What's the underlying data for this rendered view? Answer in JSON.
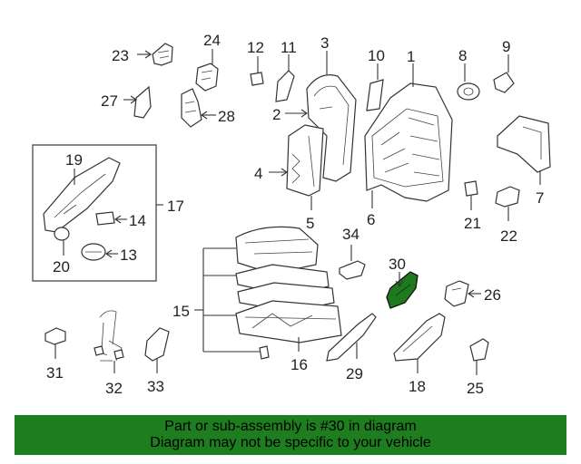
{
  "callouts": [
    {
      "id": "c23",
      "text": "23"
    },
    {
      "id": "c24",
      "text": "24"
    },
    {
      "id": "c12",
      "text": "12"
    },
    {
      "id": "c11",
      "text": "11"
    },
    {
      "id": "c3",
      "text": "3"
    },
    {
      "id": "c10",
      "text": "10"
    },
    {
      "id": "c1",
      "text": "1"
    },
    {
      "id": "c8",
      "text": "8"
    },
    {
      "id": "c9",
      "text": "9"
    },
    {
      "id": "c27",
      "text": "27"
    },
    {
      "id": "c28",
      "text": "28"
    },
    {
      "id": "c2",
      "text": "2"
    },
    {
      "id": "c7",
      "text": "7"
    },
    {
      "id": "c19",
      "text": "19"
    },
    {
      "id": "c17",
      "text": "17"
    },
    {
      "id": "c4",
      "text": "4"
    },
    {
      "id": "c5",
      "text": "5"
    },
    {
      "id": "c6",
      "text": "6"
    },
    {
      "id": "c14",
      "text": "14"
    },
    {
      "id": "c13",
      "text": "13"
    },
    {
      "id": "c20",
      "text": "20"
    },
    {
      "id": "c21",
      "text": "21"
    },
    {
      "id": "c22",
      "text": "22"
    },
    {
      "id": "c34",
      "text": "34"
    },
    {
      "id": "c30",
      "text": "30"
    },
    {
      "id": "c26",
      "text": "26"
    },
    {
      "id": "c15",
      "text": "15"
    },
    {
      "id": "c16",
      "text": "16"
    },
    {
      "id": "c29",
      "text": "29"
    },
    {
      "id": "c18",
      "text": "18"
    },
    {
      "id": "c25",
      "text": "25"
    },
    {
      "id": "c31",
      "text": "31"
    },
    {
      "id": "c32",
      "text": "32"
    },
    {
      "id": "c33",
      "text": "33"
    }
  ],
  "footer": {
    "line1": "Part or sub-assembly is #30 in diagram",
    "line2": "Diagram may not be specific to your vehicle"
  },
  "colors": {
    "highlight": "#1f7a1f",
    "footer_bg": "#1e7d1e"
  }
}
